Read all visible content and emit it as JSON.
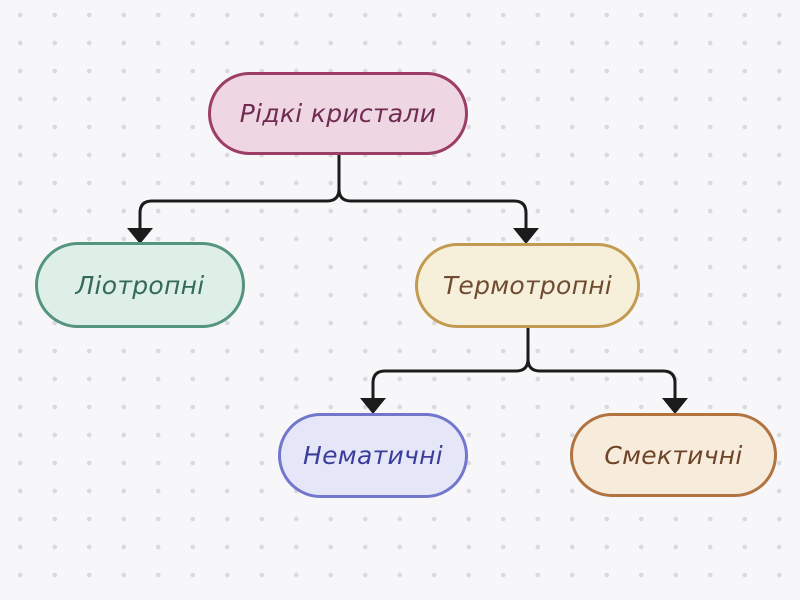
{
  "app": {
    "type": "presentation-slide",
    "description": "Tree diagram classifying liquid crystals"
  },
  "background": {
    "color": "#f7f7f9",
    "dot_color": "#d9d9de"
  },
  "diagram": {
    "type": "tree",
    "edge_color": "#1b1b1b",
    "nodes": [
      {
        "id": "liquid-crystals",
        "label": "Рідкі кристали",
        "fill": "#efd6e3",
        "border": "#9c3e66",
        "text_color": "#6f2b50"
      },
      {
        "id": "lyotropic",
        "label": "Ліотропні",
        "fill": "#ddefe7",
        "border": "#55947f",
        "text_color": "#34685c"
      },
      {
        "id": "thermotropic",
        "label": "Термотропні",
        "fill": "#f6f0da",
        "border": "#c39a51",
        "text_color": "#6e4b31"
      },
      {
        "id": "nematic",
        "label": "Нематичні",
        "fill": "#e5e7f8",
        "border": "#7277cc",
        "text_color": "#3a3d99"
      },
      {
        "id": "smectic",
        "label": "Смектичні",
        "fill": "#f7ecdc",
        "border": "#b1733f",
        "text_color": "#6f4328"
      }
    ],
    "edges": [
      {
        "from": "liquid-crystals",
        "to": "lyotropic"
      },
      {
        "from": "liquid-crystals",
        "to": "thermotropic"
      },
      {
        "from": "thermotropic",
        "to": "nematic"
      },
      {
        "from": "thermotropic",
        "to": "smectic"
      }
    ]
  }
}
